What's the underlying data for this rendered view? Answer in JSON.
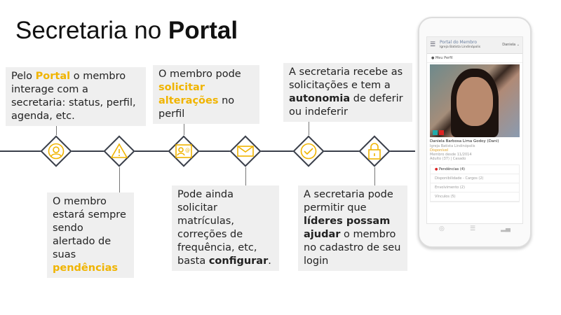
{
  "title": {
    "text": "Secretaria no ",
    "bold": "Portal"
  },
  "boxes": {
    "b1": {
      "t1": "Pelo ",
      "hl": "Portal",
      "t2": " o membro interage com a secretaria: status, perfil, agenda, etc."
    },
    "b2": {
      "t1": "O membro pode ",
      "hl": "solicitar alterações",
      "t2": " no perfil"
    },
    "b3": {
      "t1": "A secretaria recebe as solicitações e tem a ",
      "b": "autonomia",
      "t2": " de deferir ou indeferir"
    },
    "b4": {
      "t1": "O membro estará sempre sendo alertado de suas ",
      "hl": "pendências"
    },
    "b5": {
      "t1": "Pode ainda solicitar matrículas, correções de frequência, etc, basta ",
      "b": "configurar",
      "t2": "."
    },
    "b6": {
      "t1": "A secretaria pode permitir que ",
      "b": "líderes possam ajudar",
      "t2": " o membro no cadastro de seu login"
    }
  },
  "icons": [
    "user-icon",
    "alert-icon",
    "id-card-icon",
    "mail-icon",
    "check-icon",
    "lock-icon"
  ],
  "colors": {
    "accent": "#f0b400",
    "line": "#3a3f4a",
    "box": "#efefef"
  },
  "phone": {
    "app_title": "Portal do Membro",
    "church": "Igreja Batista Lindinópolis",
    "user": "Daniela ⌄",
    "section": "Meu Perfil",
    "name": "Daniela Barbosa Lima Godoy (Dani)",
    "details": [
      "Igreja Batista Lindinópolis",
      "Disponível",
      "Membro desde 11/2014",
      "Adulto (37) | Casado"
    ],
    "menu": [
      "Pendências (4)",
      "Disponibilidade - Cargos (2)",
      "Envolvimento (2)",
      "Vínculos (5)"
    ]
  }
}
